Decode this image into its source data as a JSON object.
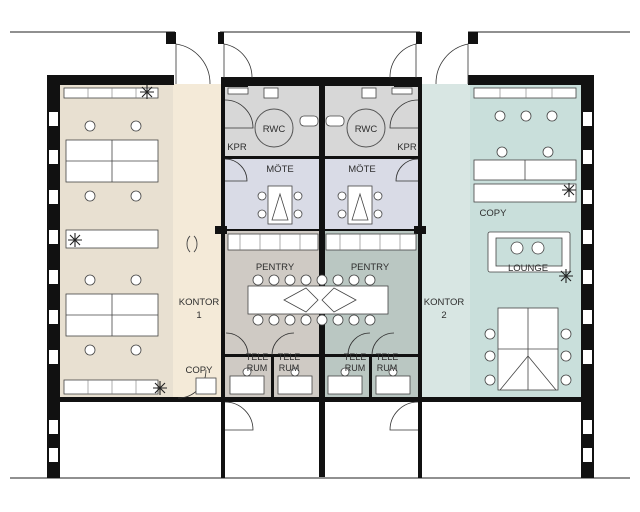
{
  "colors": {
    "kontor1_open": "#e8e0d1",
    "kontor1_corridor": "#f4ead8",
    "wc_core": "#d7d7d7",
    "meeting": "#d9dbe6",
    "pantry_left": "#cfcac4",
    "pantry_right": "#bac7c2",
    "kontor2_corridor": "#d8e6e3",
    "kontor2_open": "#c9dfdb",
    "wall": "#111111"
  },
  "rooms": {
    "rwc_left": "RWC",
    "rwc_right": "RWC",
    "kpr_left": "KPR",
    "kpr_right": "KPR",
    "mote_left": "MÖTE",
    "mote_right": "MÖTE",
    "pentry_left": "PENTRY",
    "pentry_right": "PENTRY",
    "kontor1_line1": "KONTOR",
    "kontor1_line2": "1",
    "kontor2_line1": "KONTOR",
    "kontor2_line2": "2",
    "copy_left": "COPY",
    "copy_right": "COPY",
    "lounge": "LOUNGE",
    "telerum": [
      {
        "line1": "TELE",
        "line2": "RUM"
      },
      {
        "line1": "TELE",
        "line2": "RUM"
      },
      {
        "line1": "TELE",
        "line2": "RUM"
      },
      {
        "line1": "TELE",
        "line2": "RUM"
      }
    ]
  },
  "icons": {
    "plant": "plant-icon",
    "chair": "chair-icon",
    "table": "table-icon",
    "door": "door-swing-icon"
  }
}
